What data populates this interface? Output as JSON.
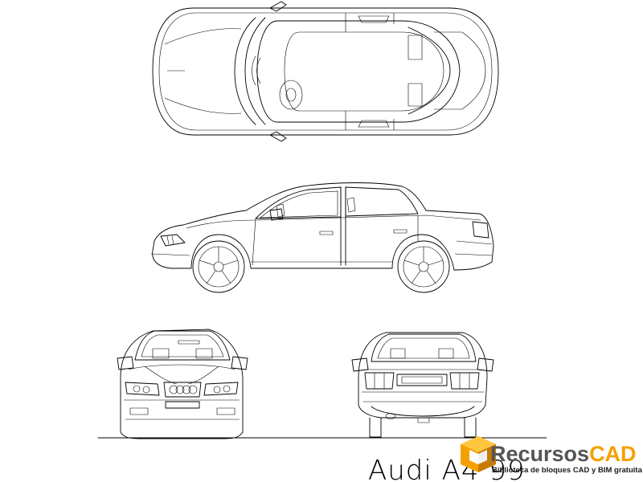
{
  "drawing": {
    "model_label": "Audi A4 99",
    "views": [
      "top-view",
      "side-view",
      "front-view",
      "rear-view"
    ]
  },
  "watermark": {
    "name_part1": "Recursos",
    "name_part2": "CAD",
    "tagline": "Biblioteca de bloques CAD y BIM gratuita",
    "colors": {
      "gray": "#555555",
      "orange": "#f5a000",
      "orange_dark": "#c97a00"
    }
  }
}
